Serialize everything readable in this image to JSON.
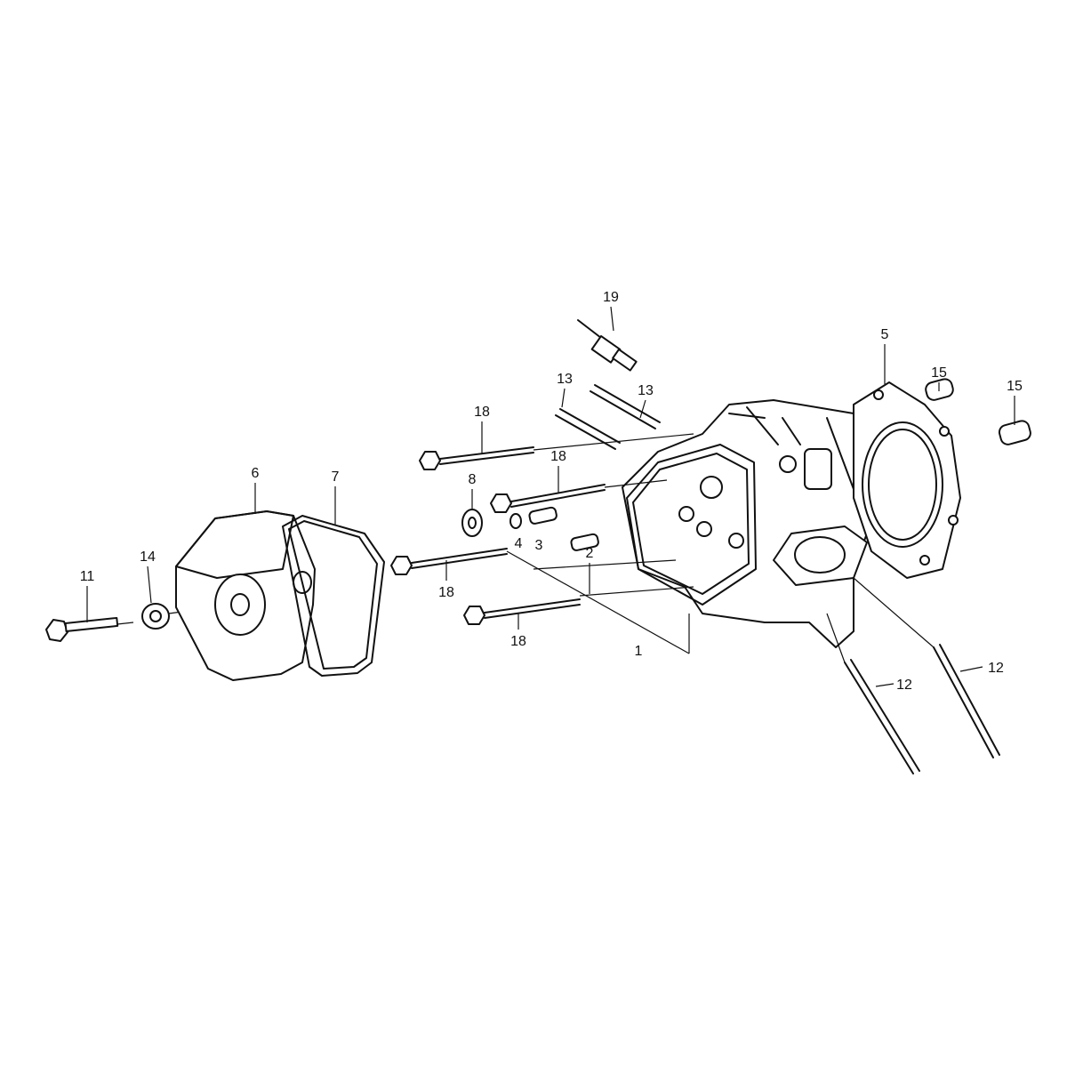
{
  "diagram": {
    "title": "Cylinder head exploded parts diagram",
    "labels": {
      "p19": "19",
      "p13a": "13",
      "p13b": "13",
      "p5": "5",
      "p15a": "15",
      "p15b": "15",
      "p18a": "18",
      "p18b": "18",
      "p18c": "18",
      "p18d": "18",
      "p8": "8",
      "p4": "4",
      "p3": "3",
      "p2": "2",
      "p1": "1",
      "p6": "6",
      "p7": "7",
      "p11": "11",
      "p14": "14",
      "p12a": "12",
      "p12b": "12"
    }
  }
}
